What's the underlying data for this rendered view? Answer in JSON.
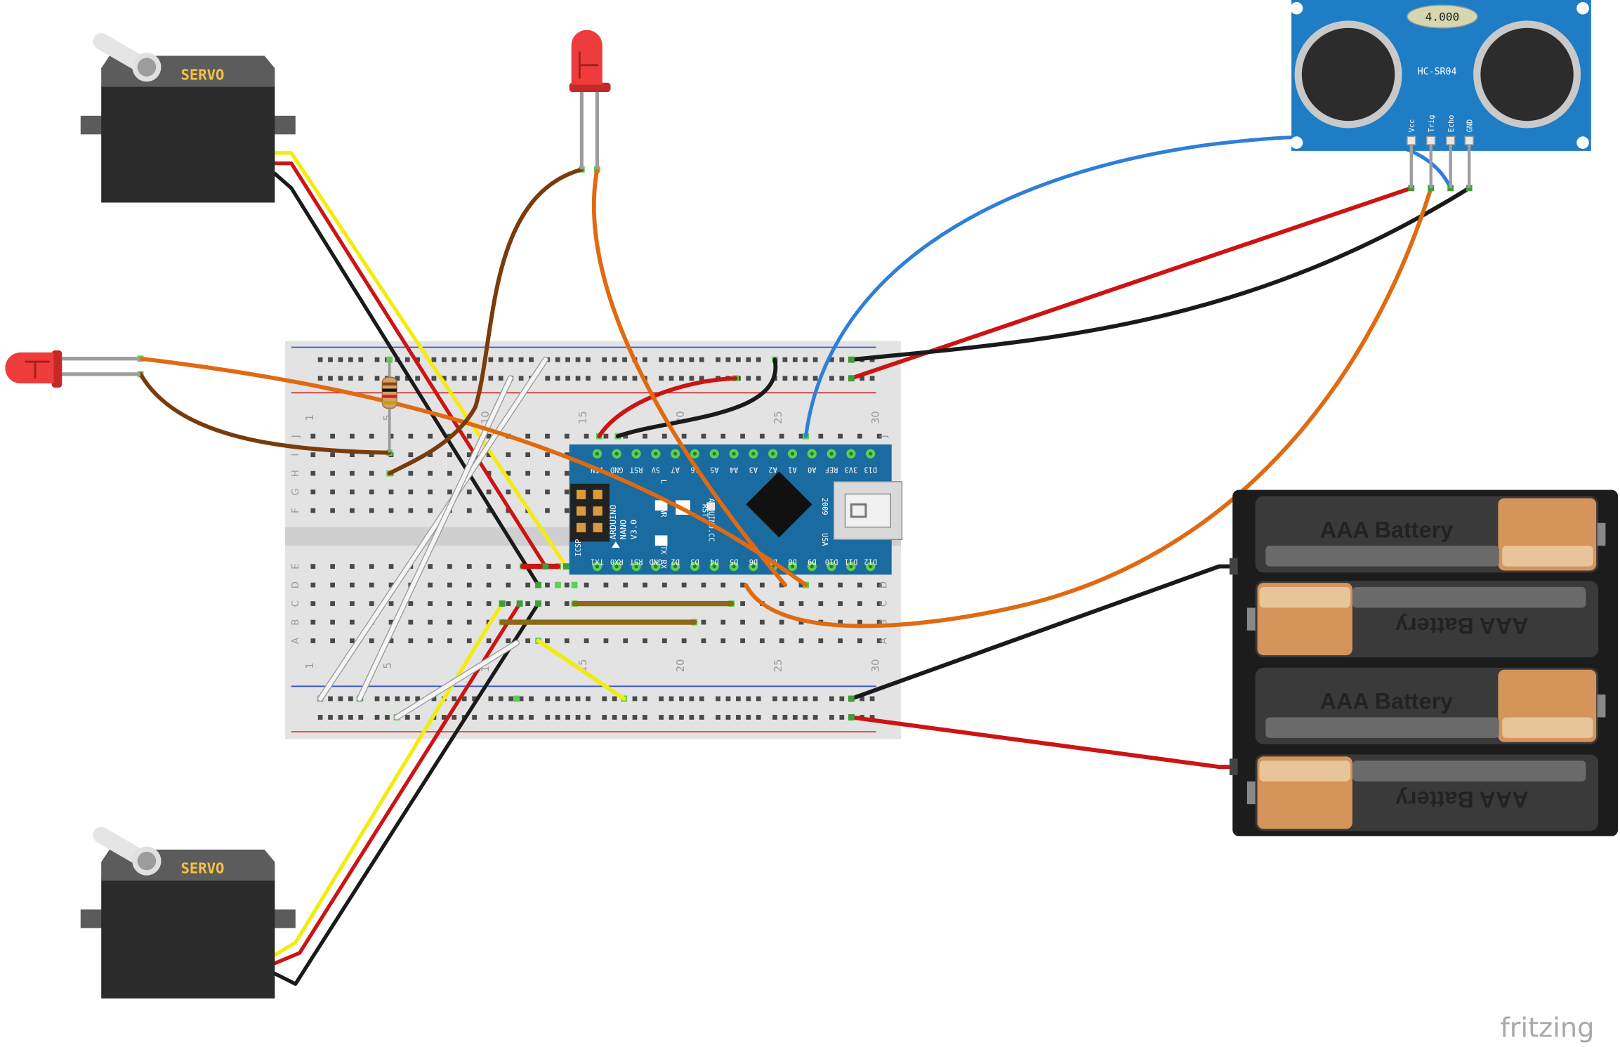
{
  "components": {
    "servo_label": "SERVO",
    "sensor_model": "HC-SR04",
    "sensor_crystal": "4.000",
    "sensor_pins": [
      "Vcc",
      "Trig",
      "Echo",
      "GND"
    ],
    "battery_label": "AAA Battery",
    "arduino_model": [
      "ARDUINO",
      "NANO",
      "V3.0"
    ],
    "arduino_side_label": "ARDUINO.CC",
    "arduino_top_pins": [
      "VIN",
      "GND",
      "RST",
      "5V",
      "A7",
      "A6",
      "A5",
      "A4",
      "A3",
      "A2",
      "A1",
      "A0",
      "REF",
      "3V3",
      "D13"
    ],
    "arduino_bottom_pins": [
      "TX1",
      "RX0",
      "RST",
      "GND",
      "D2",
      "D3",
      "D4",
      "D5",
      "D6",
      "D7",
      "D8",
      "D9",
      "D10",
      "D11",
      "D12"
    ],
    "arduino_misc_labels": [
      "ICSP",
      "L",
      "PWR",
      "TX",
      "RX",
      "RST",
      "2009",
      "USA"
    ]
  },
  "breadboard": {
    "row_letters_top": [
      "J",
      "I",
      "H",
      "G",
      "F"
    ],
    "row_letters_bottom": [
      "E",
      "D",
      "C",
      "B",
      "A"
    ],
    "column_numbers": [
      "1",
      "5",
      "10",
      "15",
      "20",
      "25",
      "30"
    ]
  },
  "colors": {
    "wire_red": "#cc1414",
    "wire_black": "#1a1a1a",
    "wire_yellow": "#f3ec0c",
    "wire_orange": "#e06a12",
    "wire_brown": "#7a3b0c",
    "wire_blue": "#2f7fd8",
    "wire_white": "#f4f4f4",
    "wire_olive": "#8a6a14",
    "board_blue": "#1a6b9f",
    "sensor_blue": "#1e7dc4",
    "battery_copper": "#d4945a"
  },
  "watermark": "fritzing"
}
